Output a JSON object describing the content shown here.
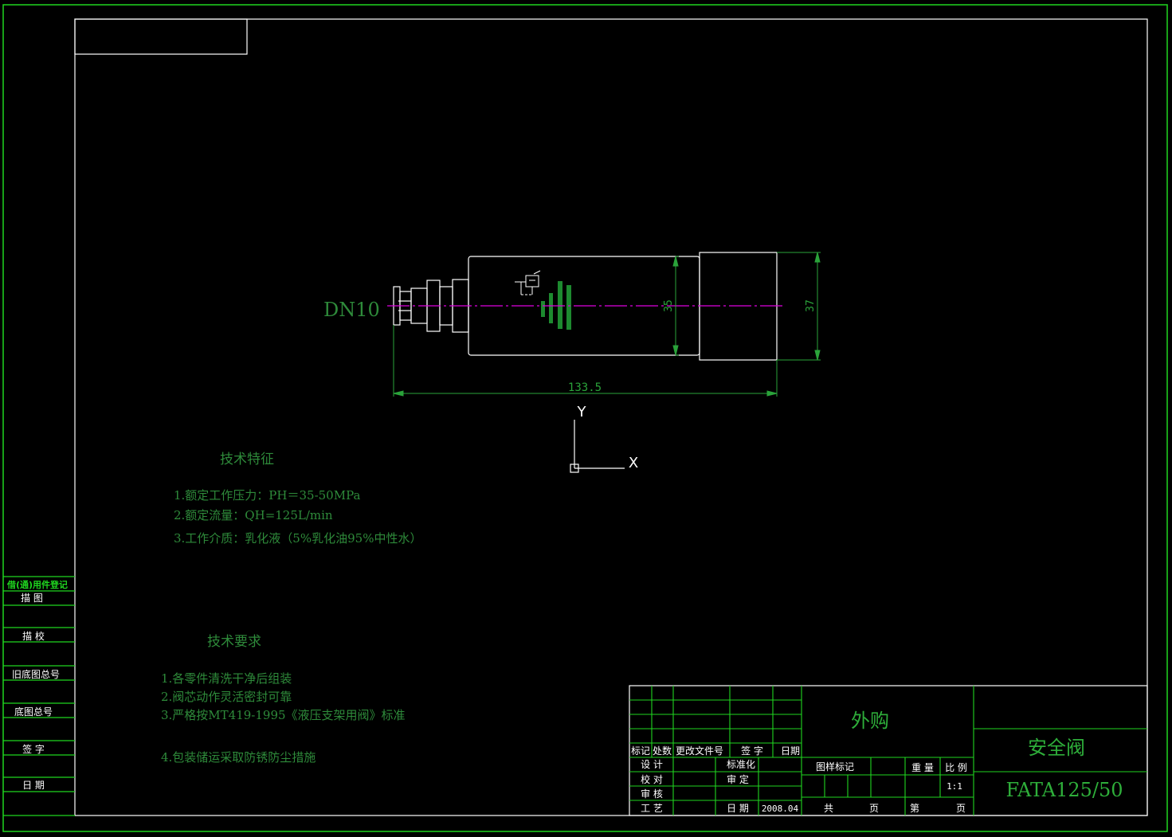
{
  "colors": {
    "background": "#000000",
    "frame_green": "#1fd51f",
    "drawing_white": "#ffffff",
    "text_green": "#2e8a3a",
    "centerline": "#e000e0",
    "dim_green": "#2aa33a"
  },
  "drawing": {
    "nominal_size": "DN10",
    "dim_length": "133.5",
    "dim_dia_body": "35",
    "dim_dia_cap": "37",
    "axis_y": "Y",
    "axis_x": "X"
  },
  "tech_features": {
    "title": "技术特征",
    "items": [
      "1.额定工作压力：PH＝35-50MPa",
      "2.额定流量：QH=125L/min",
      "3.工作介质：乳化液（5%乳化油95%中性水）"
    ]
  },
  "tech_requirements": {
    "title": "技术要求",
    "items": [
      "1.各零件清洗干净后组装",
      "2.阀芯动作灵活密封可靠",
      "3.严格按MT419-1995《液压支架用阀》标准",
      "4.包装储运采取防锈防尘措施"
    ]
  },
  "side_panel": {
    "header": "借(通)用件登记",
    "rows": [
      "描  图",
      "描  校",
      "旧底图总号",
      "底图总号",
      "签  字",
      "日  期"
    ]
  },
  "title_block": {
    "procurement": "外购",
    "part_name": "安全阀",
    "drawing_no": "FATA125/50",
    "rev_headers": [
      "标记",
      "处数",
      "更改文件号",
      "签  字",
      "日期"
    ],
    "roles": [
      "设  计",
      "校  对",
      "审  核",
      "工  艺"
    ],
    "standardization": "标准化",
    "approval": "审  定",
    "date_label": "日  期",
    "date_value": "2008.04",
    "sample_mark": "图样标记",
    "weight": "重  量",
    "scale_label": "比  例",
    "scale_value": "1:1",
    "total_label": "共",
    "page_unit": "页",
    "sheet_label": "第",
    "sheet_unit": "页"
  }
}
